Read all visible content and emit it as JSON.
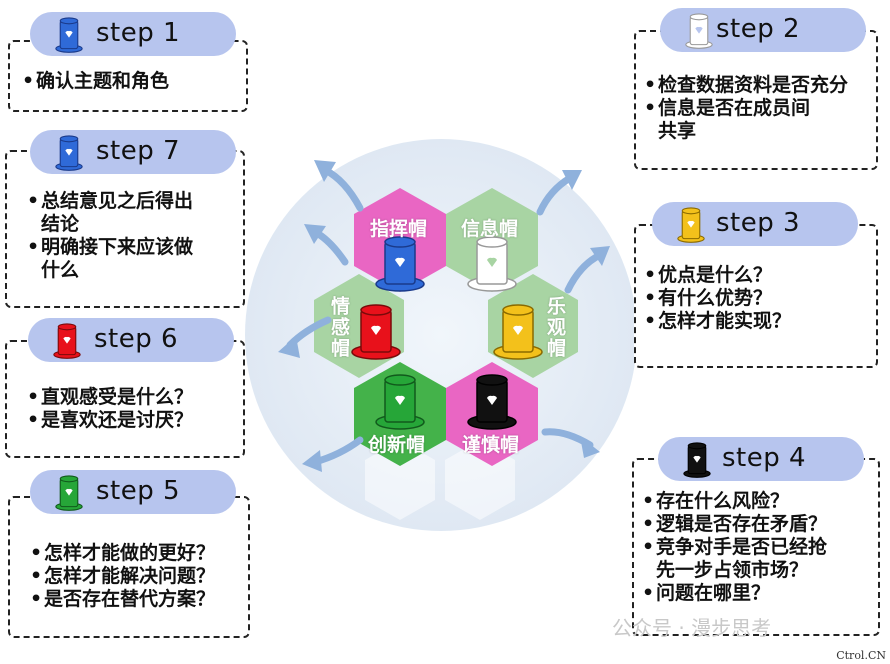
{
  "colors": {
    "pill": "#b7c5ee",
    "arrow": "#8fb1dc",
    "circle": "#e6eef7",
    "hex_pink": "#e966c3",
    "hex_green_light": "#a8d4a3",
    "hex_green": "#44b24a",
    "hat_blue": "#2f6ad8",
    "hat_white": "#ffffff",
    "hat_yellow": "#f3c11b",
    "hat_black": "#111111",
    "hat_green": "#26a638",
    "hat_red": "#e8111b"
  },
  "steps": {
    "s1": {
      "label": "step 1",
      "hat": "blue-hat-icon",
      "items": [
        "确认主题和角色"
      ]
    },
    "s2": {
      "label": "step 2",
      "hat": "white-hat-icon",
      "items": [
        "检查数据资料是否充分",
        "信息是否在成员间",
        "共享"
      ]
    },
    "s3": {
      "label": "step 3",
      "hat": "yellow-hat-icon",
      "items": [
        "优点是什么？",
        "有什么优势？",
        "怎样才能实现？"
      ]
    },
    "s4": {
      "label": "step 4",
      "hat": "black-hat-icon",
      "items": [
        "存在什么风险？",
        "逻辑是否存在矛盾？",
        "竞争对手是否已经抢",
        "先一步占领市场？",
        "问题在哪里？"
      ]
    },
    "s5": {
      "label": "step 5",
      "hat": "green-hat-icon",
      "items": [
        "怎样才能做的更好？",
        "怎样才能解决问题？",
        "是否存在替代方案？"
      ]
    },
    "s6": {
      "label": "step 6",
      "hat": "red-hat-icon",
      "items": [
        "直观感受是什么？",
        "是喜欢还是讨厌？"
      ]
    },
    "s7": {
      "label": "step 7",
      "hat": "blue-hat-icon",
      "items": [
        "总结意见之后得出",
        "结论",
        "明确接下来应该做",
        "什么"
      ]
    }
  },
  "hexagons": {
    "zhihui": "指挥帽",
    "xinxi": "信息帽",
    "qinggan": "情感帽",
    "leguan": "乐观帽",
    "chuangxin": "创新帽",
    "jinshen": "谨慎帽"
  },
  "watermark": "公众号 · 漫步思考",
  "site": "Ctrol.CN"
}
